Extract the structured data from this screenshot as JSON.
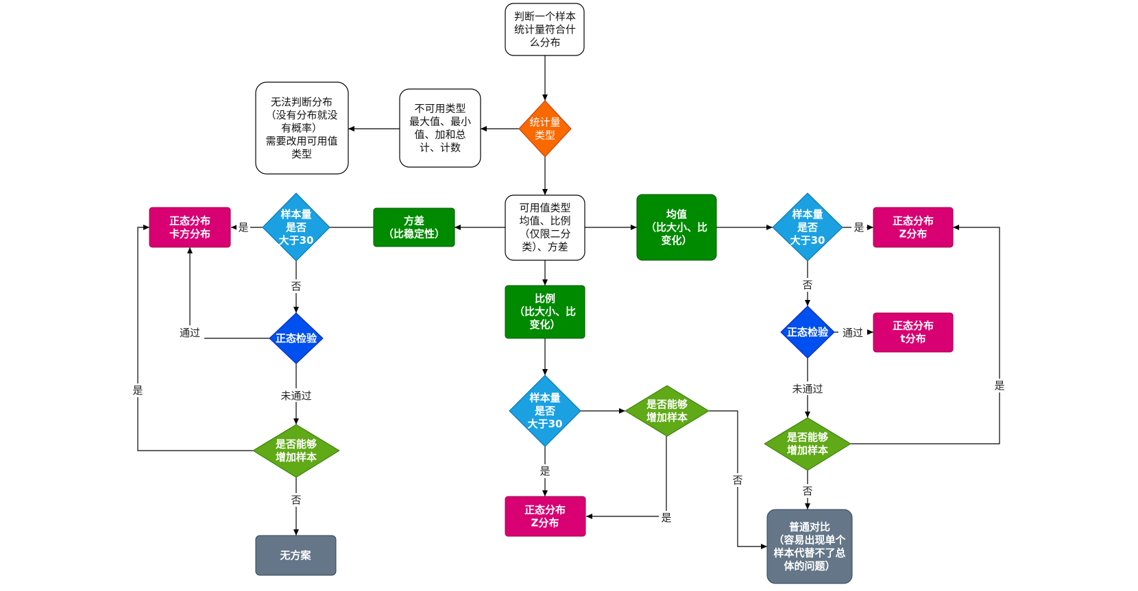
{
  "colors": {
    "white_box": "#ffffff",
    "orange": "#fa6800",
    "green_rect": "#008a00",
    "blue_diamond": "#1ba1e2",
    "royal_diamond": "#0050ef",
    "lime_diamond": "#60a917",
    "magenta": "#d80073",
    "slate": "#647687"
  },
  "nodes": {
    "start": [
      "判断一个样本",
      "统计量符合什",
      "么分布"
    ],
    "stat_type": [
      "统计量",
      "类型"
    ],
    "unusable_type": [
      "不可用类型",
      "最大值、最小",
      "值、加和总",
      "计、计数"
    ],
    "cannot_judge": [
      "无法判断分布",
      "（没有分布就没",
      "有概率）",
      "需要改用可用值",
      "类型"
    ],
    "usable_type": [
      "可用值类型",
      "均值、比例",
      "（仅限二分",
      "类）、方差"
    ],
    "variance": [
      "方差",
      "（比稳定性）"
    ],
    "mean": [
      "均值",
      "（比大小、比",
      "变化）"
    ],
    "proportion": [
      "比例",
      "（比大小、比",
      "变化）"
    ],
    "left_size": [
      "样本量",
      "是否",
      "大于30"
    ],
    "left_normal_chi": [
      "正态分布",
      "卡方分布"
    ],
    "left_test": [
      "正态检验"
    ],
    "left_increase": [
      "是否能够",
      "增加样本"
    ],
    "no_plan": [
      "无方案"
    ],
    "mid_size": [
      "样本量",
      "是否",
      "大于30"
    ],
    "mid_increase": [
      "是否能够",
      "增加样本"
    ],
    "mid_normal_z": [
      "正态分布",
      "Z分布"
    ],
    "right_size": [
      "样本量",
      "是否",
      "大于30"
    ],
    "right_normal_z": [
      "正态分布",
      "Z分布"
    ],
    "right_test": [
      "正态检验"
    ],
    "right_normal_t": [
      "正态分布",
      "t分布"
    ],
    "right_increase": [
      "是否能够",
      "增加样本"
    ],
    "ordinary": [
      "普通对比",
      "（容易出现单个",
      "样本代替不了总",
      "体的问题）"
    ]
  },
  "edge_labels": {
    "yes": "是",
    "no": "否",
    "pass": "通过",
    "fail": "未通过"
  }
}
